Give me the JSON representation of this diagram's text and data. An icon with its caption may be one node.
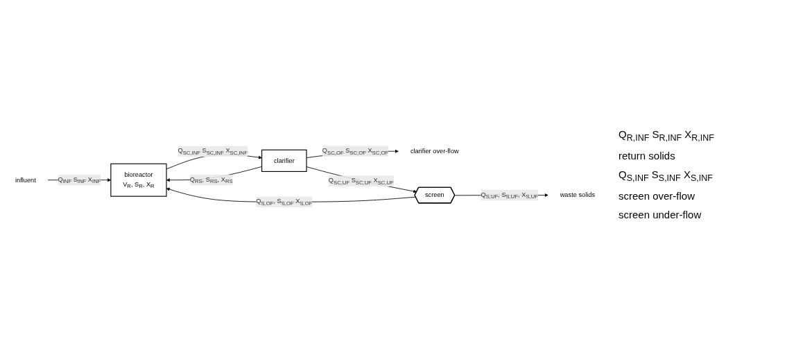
{
  "diagram": {
    "nodes": [
      {
        "text": [
          "influent"
        ]
      },
      {
        "text": [
          "bioreactor",
          "V$_{R}$, S$_{R}$, X$_{R}$"
        ]
      },
      {
        "text": [
          "clarifier"
        ]
      },
      {
        "text": [
          "clarifier over-flow"
        ]
      },
      {
        "text": [
          "screen"
        ]
      },
      {
        "text": [
          "waste solids"
        ]
      }
    ],
    "edges": [
      {
        "from": 0,
        "to": 1,
        "arrow": "to",
        "label": "Q$_{INF}$ S$_{INF}$ X$_{INF}$"
      },
      {
        "from": 1,
        "to": 2,
        "arrow": "to",
        "label": "Q$_{SC,INF}$ S$_{SC,INF}$ X$_{SC,INF}$"
      },
      {
        "from": 2,
        "to": 3,
        "arrow": "to",
        "label": "Q$_{SC,OF}$ S$_{SC,OF}$ X$_{SC,OF}$"
      },
      {
        "from": 2,
        "to": 4,
        "arrow": "to",
        "label": "Q$_{SC,UF}$ S$_{SC,UF}$ X$_{SC,UF}$"
      },
      {
        "from": 2,
        "to": 1,
        "arrow": "to",
        "label": "Q$_{RS}$, S$_{RS}$, X$_{RS}$"
      },
      {
        "from": 4,
        "to": 1,
        "arrow": "to",
        "label": "Q$_{S,OF}$, S$_{S,OF}$ X$_{S,OF}$"
      },
      {
        "from": 4,
        "to": 5,
        "arrow": "to",
        "label": "Q$_{S,UF}$, S$_{S,UF}$, X$_{S,UF}$"
      }
    ],
    "labels": [
      "Q$_{R,INF}$ S$_{R,INF}$ X$_{R,INF}$",
      "return solids",
      "Q$_{S,INF}$ S$_{S,INF}$ X$_{S,INF}$",
      "screen over-flow",
      "screen under-flow"
    ]
  }
}
